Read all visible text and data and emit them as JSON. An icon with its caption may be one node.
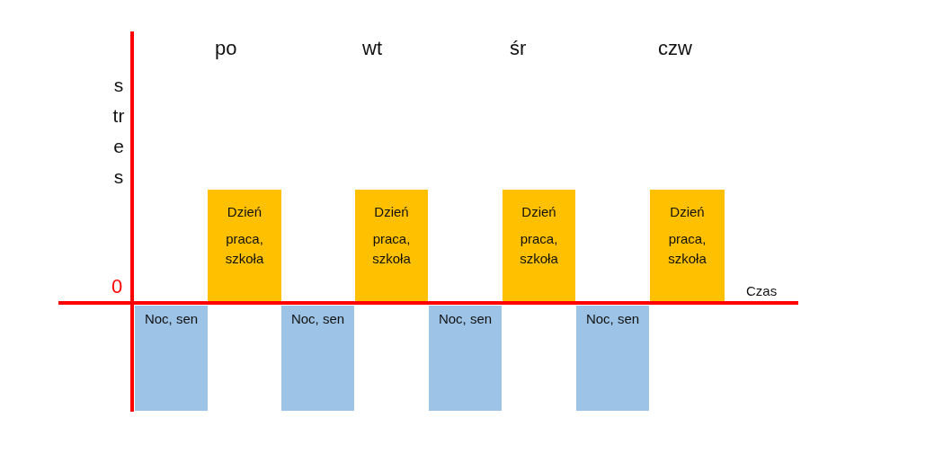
{
  "diagram": {
    "nodes": [
      {
        "text": [
          "Noc, sen"
        ]
      },
      {
        "text": [
          "Dzień",
          "praca, szkoła"
        ]
      },
      {
        "text": [
          "Noc, sen"
        ]
      },
      {
        "text": [
          "Dzień",
          "praca, szkoła"
        ]
      },
      {
        "text": [
          "Noc, sen"
        ]
      },
      {
        "text": [
          "Dzień",
          "praca, szkoła"
        ]
      },
      {
        "text": [
          "Noc, sen"
        ]
      },
      {
        "text": [
          "Dzień",
          "praca, szkoła"
        ]
      }
    ],
    "edges": [],
    "labels": [
      "po",
      "wt",
      "śr",
      "czw",
      "stres",
      "0",
      "Czas"
    ]
  }
}
